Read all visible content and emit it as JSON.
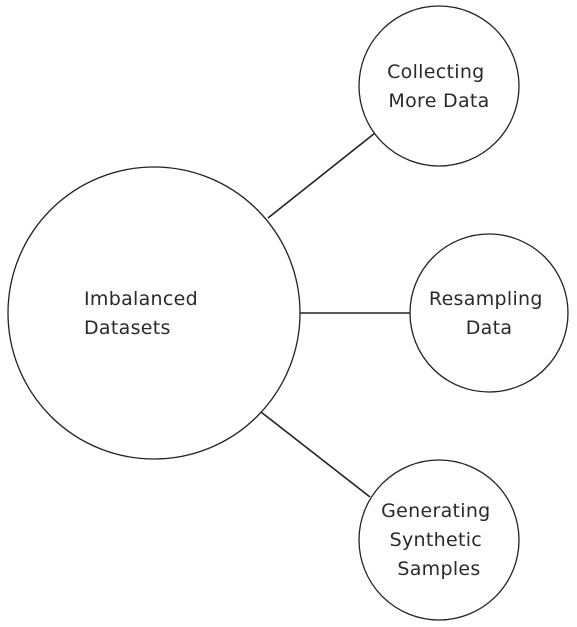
{
  "diagram": {
    "center": {
      "lines": [
        "Imbalanced",
        "Datasets"
      ]
    },
    "branches": [
      {
        "lines": [
          "Collecting",
          "More Data"
        ]
      },
      {
        "lines": [
          "Resampling",
          "Data"
        ]
      },
      {
        "lines": [
          "Generating",
          "Synthetic",
          "Samples"
        ]
      }
    ]
  }
}
